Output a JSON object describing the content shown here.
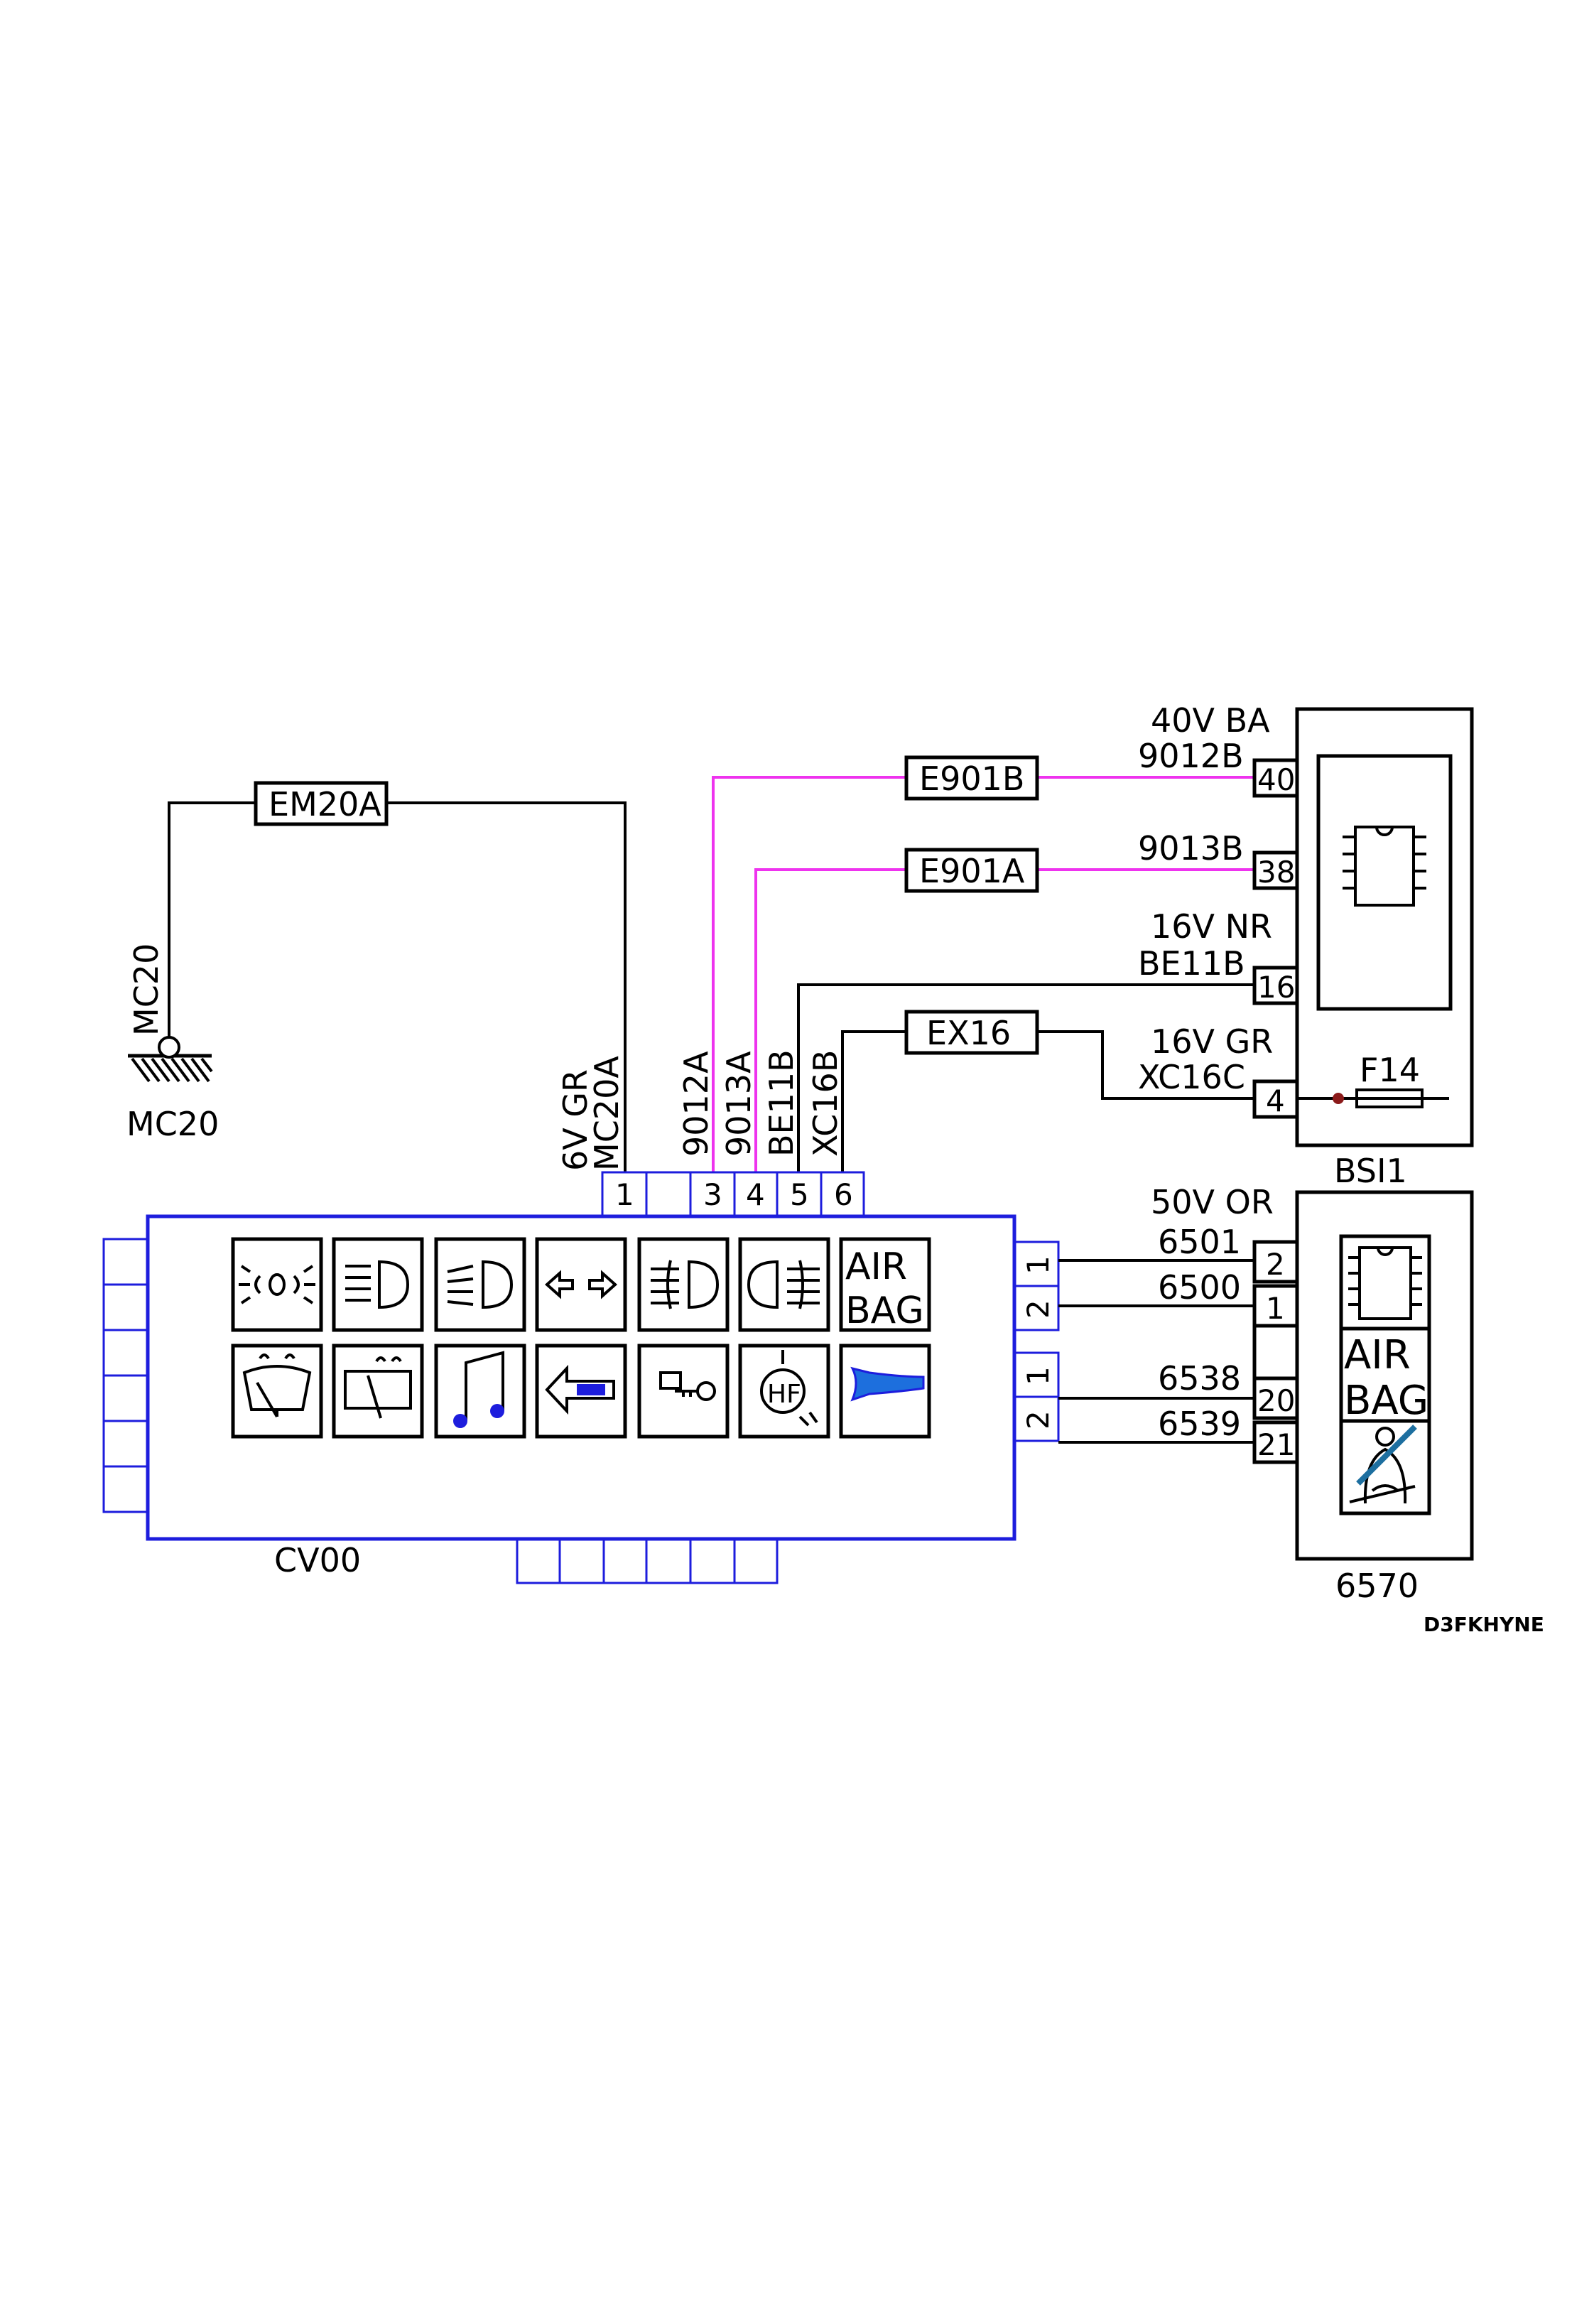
{
  "ground": {
    "label_vertical": "MC20",
    "label": "MC20"
  },
  "connectors": {
    "em20a": "EM20A",
    "e901b": "E901B",
    "e901a": "E901A",
    "ex16": "EX16"
  },
  "cv00": {
    "name": "CV00",
    "top_pins": [
      "1",
      "",
      "3",
      "4",
      "5",
      "6"
    ],
    "right_connectors": [
      [
        "1",
        "2"
      ],
      [
        "1",
        "2"
      ]
    ],
    "airbag_icon_text": [
      "AIR",
      "BAG"
    ]
  },
  "wire_labels": {
    "w6v_gr": "6V GR",
    "mc20a": "MC20A",
    "w9012a": "9012A",
    "w9013a": "9013A",
    "be11b": "BE11B",
    "xc16b": "XC16B"
  },
  "bsi1": {
    "name": "BSI1",
    "pins": [
      {
        "pin": "40",
        "wire": "9012B",
        "spec": "40V BA"
      },
      {
        "pin": "38",
        "wire": "9013B",
        "spec": ""
      },
      {
        "pin": "16",
        "wire": "BE11B",
        "spec": "16V NR"
      },
      {
        "pin": "4",
        "wire": "XC16C",
        "spec": "16V GR"
      }
    ],
    "fuse": "F14"
  },
  "m6570": {
    "name": "6570",
    "connector_spec": "50V OR",
    "pins": [
      {
        "pin": "2",
        "wire": "6501"
      },
      {
        "pin": "1",
        "wire": "6500"
      },
      {
        "pin": "20",
        "wire": "6538"
      },
      {
        "pin": "21",
        "wire": "6539"
      }
    ],
    "airbag_text": [
      "AIR",
      "BAG"
    ]
  },
  "ref_code": "D3FKHYNE",
  "colors": {
    "wire": "#000000",
    "cv00": "#1d1ddd",
    "diag_wire": "#ee33ee",
    "fuse_dot": "#8b1a1a"
  }
}
